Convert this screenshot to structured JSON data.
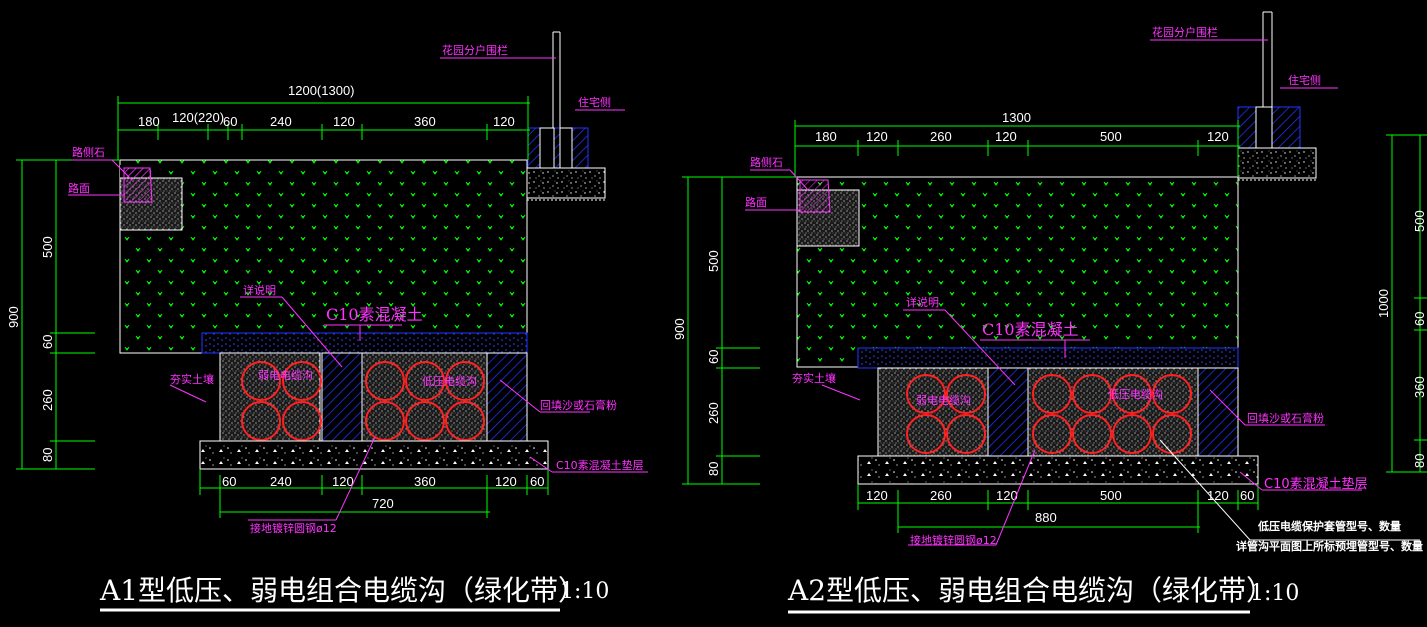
{
  "drawing_a1": {
    "title": "A1型低压、弱电组合电缆沟（绿化带）",
    "scale": "1:10",
    "dims_top_total": "1200(1300)",
    "dims_top": [
      "180",
      "120(220)",
      "60",
      "240",
      "120",
      "360",
      "120"
    ],
    "dims_bottom": [
      "60",
      "240",
      "120",
      "360",
      "120",
      "60"
    ],
    "dims_bottom_total": "720",
    "dims_left": [
      "500",
      "60",
      "260",
      "80"
    ],
    "dims_left_total": "900",
    "labels": {
      "fence": "花园分户围栏",
      "house_side": "住宅侧",
      "curb": "路侧石",
      "road": "路面",
      "see_note": "详说明",
      "concrete": "C10素混凝土",
      "weak_trench": "弱电电缆沟",
      "low_trench": "低压电缆沟",
      "backfill": "回填沙或石膏粉",
      "rammed_soil": "夯实土壤",
      "base": "C10素混凝土垫层",
      "ground_steel": "接地镀锌圆钢ø12"
    }
  },
  "drawing_a2": {
    "title": "A2型低压、弱电组合电缆沟（绿化带）",
    "scale": "1:10",
    "dims_top_total": "1300",
    "dims_top": [
      "180",
      "120",
      "260",
      "120",
      "500",
      "120"
    ],
    "dims_bottom": [
      "120",
      "260",
      "120",
      "500",
      "120",
      "60"
    ],
    "dims_bottom_total": "880",
    "dims_left": [
      "500",
      "60",
      "260",
      "80"
    ],
    "dims_left_total": "900",
    "labels": {
      "fence": "花园分户围栏",
      "house_side": "住宅侧",
      "curb": "路侧石",
      "road": "路面",
      "see_note": "详说明",
      "concrete": "C10素混凝土",
      "weak_trench": "弱电电缆沟",
      "low_trench": "低压电缆沟",
      "backfill": "回填沙或石膏粉",
      "rammed_soil": "夯实土壤",
      "base": "C10素混凝土垫层",
      "ground_steel": "接地镀锌圆钢ø12"
    },
    "notes": [
      "低压电缆保护套管型号、数量",
      "详管沟平面图上所标预埋管型号、数量"
    ]
  },
  "drawing_a3_partial": {
    "dims_left": [
      "500",
      "60",
      "360",
      "80"
    ],
    "dims_left_total": "1000"
  },
  "colors": {
    "dimension": "#00ff00",
    "label": "#ff33ff",
    "pipe": "#ff0000",
    "hatch": "#0000ff",
    "outline": "#ffffff"
  }
}
